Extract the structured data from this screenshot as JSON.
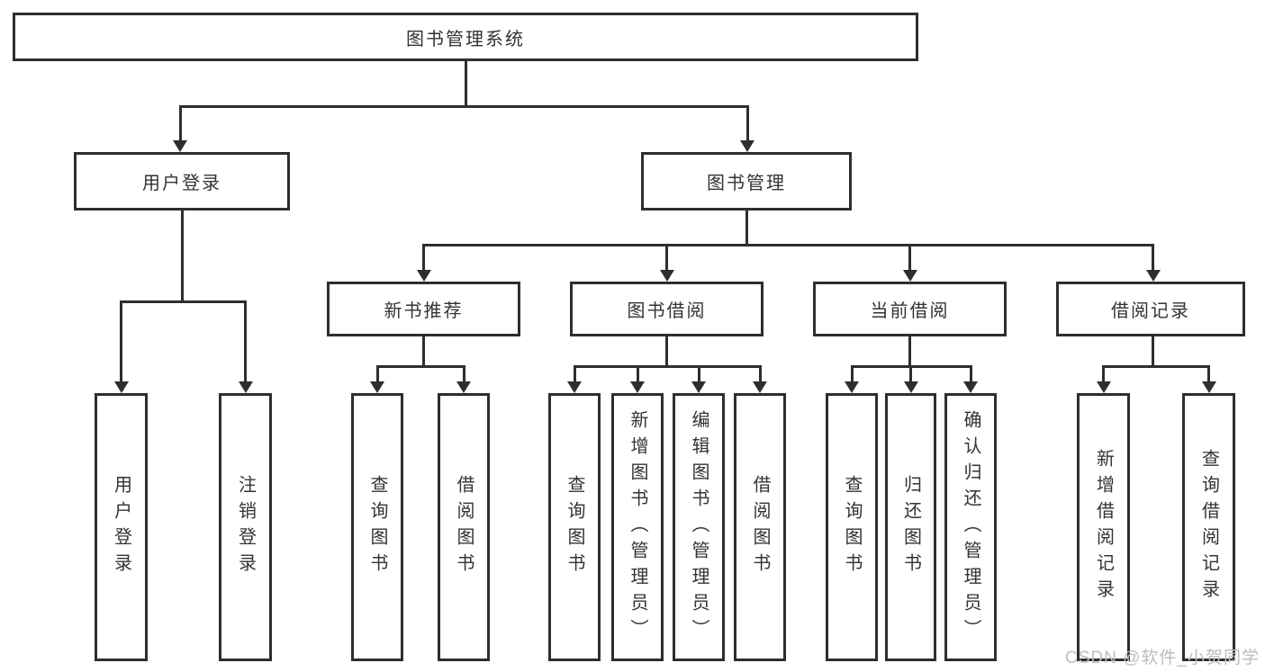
{
  "diagram": {
    "root": {
      "label": "图书管理系统"
    },
    "level2": {
      "user_login": {
        "label": "用户登录"
      },
      "book_mgmt": {
        "label": "图书管理"
      }
    },
    "level3": {
      "new_book_rec": {
        "label": "新书推荐"
      },
      "book_borrow": {
        "label": "图书借阅"
      },
      "current_borrow": {
        "label": "当前借阅"
      },
      "borrow_records": {
        "label": "借阅记录"
      }
    },
    "leaves": {
      "user_login": {
        "label": "用户登录"
      },
      "logout": {
        "label": "注销登录"
      },
      "query_book_rec": {
        "label": "查询图书"
      },
      "borrow_book_rec": {
        "label": "借阅图书"
      },
      "query_book_borrow": {
        "label": "查询图书"
      },
      "add_book_admin": {
        "label": "新增图书（管理员）"
      },
      "edit_book_admin": {
        "label": "编辑图书（管理员）"
      },
      "borrow_book": {
        "label": "借阅图书"
      },
      "query_book_current": {
        "label": "查询图书"
      },
      "return_book": {
        "label": "归还图书"
      },
      "confirm_return_admin": {
        "label": "确认归还（管理员）"
      },
      "add_borrow_record": {
        "label": "新增借阅记录"
      },
      "query_borrow_record": {
        "label": "查询借阅记录"
      }
    }
  },
  "watermark": {
    "text": "CSDN @软件_小贺同学"
  },
  "colors": {
    "line": "#2e2e2e",
    "box_border": "#2e2e2e",
    "box_background": "#ffffff",
    "text": "#333333",
    "watermark": "#b9bdc3",
    "background": "#ffffff"
  }
}
